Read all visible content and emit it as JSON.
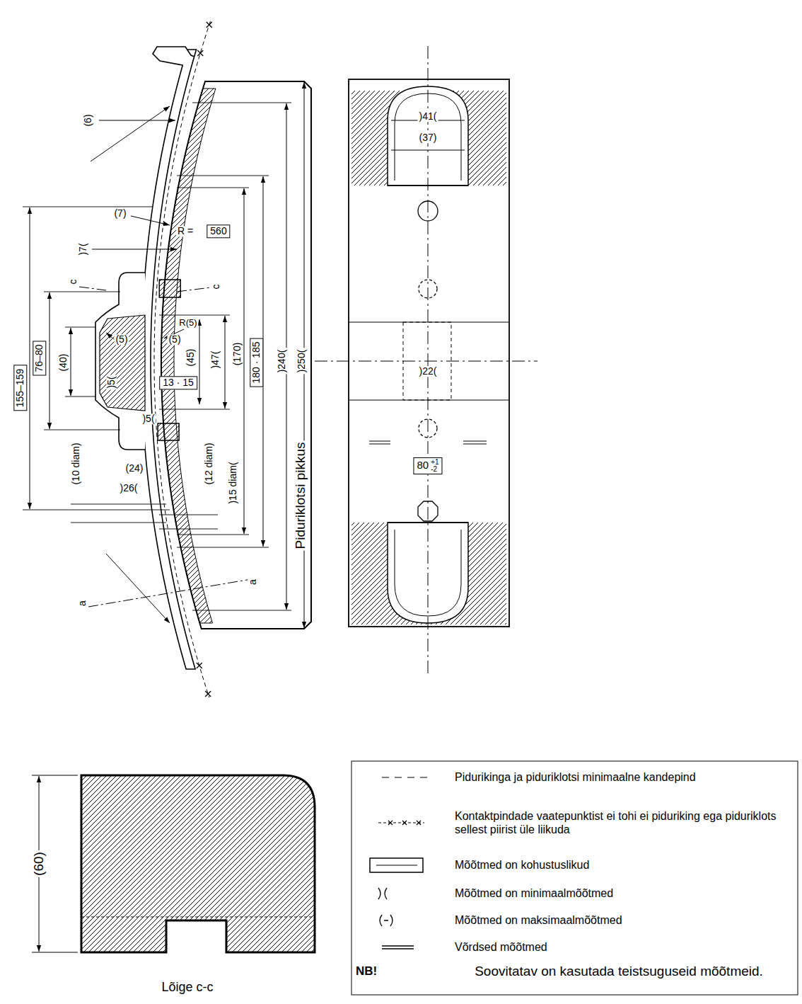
{
  "diagram": {
    "nodes": [
      {
        "text": [
          "560"
        ]
      },
      {
        "text": [
          "180 · 185"
        ]
      },
      {
        "text": [
          "155–159"
        ]
      },
      {
        "text": [
          "76–80"
        ]
      },
      {
        "text": [
          "13 · 15"
        ]
      },
      {
        "text": [
          "80",
          "+1",
          "-2"
        ]
      }
    ],
    "labels": [
      "(6)",
      "(7)",
      "R =",
      ")7(",
      "c",
      "c",
      "R(5)",
      "(5)",
      "(5)",
      "(40)",
      "(45)",
      ")47(",
      "(170)",
      ")240(",
      ")250(",
      "Piduriklotsi pikkus",
      ")5(",
      ")5(",
      "(10 diam)",
      "(24)",
      "(12 diam)",
      ")26(",
      ")15 diam(",
      "a",
      "a",
      ")41(",
      "(37)",
      ")22(",
      "(60)",
      "Lõige c-c",
      "NB!",
      "Soovitatav on kasutada teistsuguseid mõõtmeid."
    ],
    "legend": [
      {
        "text": "Pidurikinga ja piduriklotsi minimaalne kandepind"
      },
      {
        "text": "Kontaktpindade vaatepunktist ei tohi ei piduriking ega piduriklots sellest piirist üle liikuda"
      },
      {
        "text": "Mõõtmed on kohustuslikud"
      },
      {
        "text": "Mõõtmed on minimaalmõõtmed"
      },
      {
        "text": "Mõõtmed on maksimaalmõõtmed"
      },
      {
        "text": "Võrdsed mõõtmed"
      }
    ]
  }
}
